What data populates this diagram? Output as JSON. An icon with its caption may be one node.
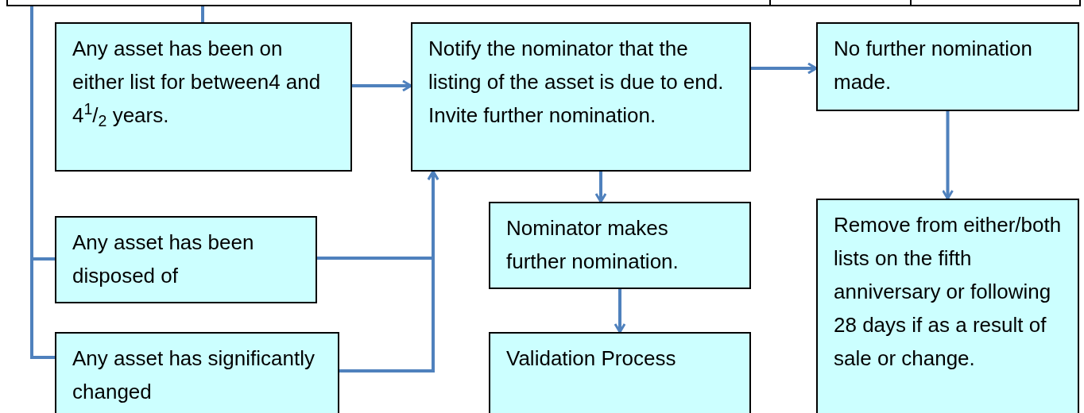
{
  "diagram": {
    "nodes": [
      {
        "text": [
          "Any asset has been on either list for between4 and 4$^{1}$/$_{2}$ years."
        ]
      },
      {
        "text": [
          "Notify the nominator that the listing of the asset is due to end. Invite further nomination."
        ]
      },
      {
        "text": [
          "No further nomination made."
        ]
      },
      {
        "text": [
          "Any asset has been disposed of"
        ]
      },
      {
        "text": [
          "Any asset has significantly changed"
        ]
      },
      {
        "text": [
          "Nominator makes further nomination."
        ]
      },
      {
        "text": [
          "Validation Process"
        ]
      },
      {
        "text": [
          "Remove from either/both lists on the fifth anniversary or following 28 days if as a result of sale or change."
        ]
      }
    ],
    "edges": [
      {
        "from": 0,
        "to": 1,
        "arrow": "to"
      },
      {
        "from": 1,
        "to": 2,
        "arrow": "to"
      },
      {
        "from": 2,
        "to": 7,
        "arrow": "to"
      },
      {
        "from": 1,
        "to": 5,
        "arrow": "to"
      },
      {
        "from": 5,
        "to": 6,
        "arrow": "to"
      },
      {
        "from": 3,
        "to": 1,
        "arrow": "to"
      },
      {
        "from": 4,
        "to": 1,
        "arrow": "to"
      },
      {
        "from": null,
        "to": 0,
        "arrow": "none"
      },
      {
        "from": null,
        "to": 3,
        "arrow": "none"
      },
      {
        "from": null,
        "to": 4,
        "arrow": "none"
      }
    ]
  }
}
